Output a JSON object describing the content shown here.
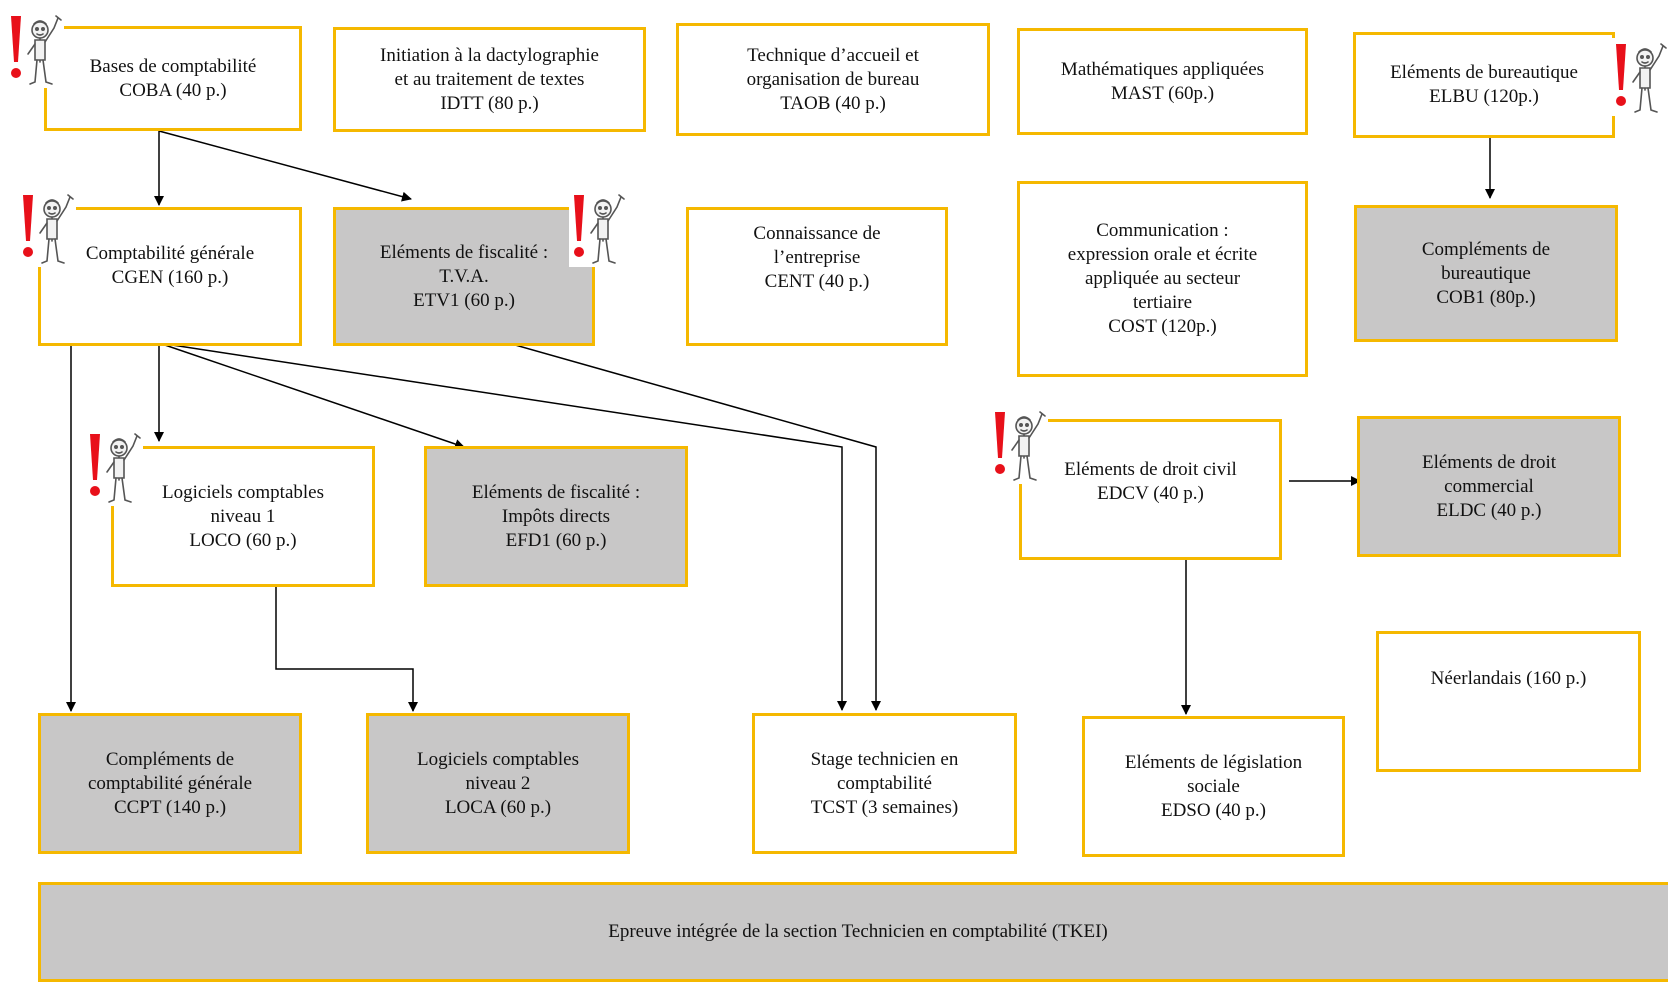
{
  "modules": {
    "coba": {
      "lines": [
        "Bases de comptabilité",
        "COBA (40 p.)"
      ]
    },
    "idtt": {
      "lines": [
        "Initiation à la dactylographie",
        "et au traitement de textes",
        "IDTT (80 p.)"
      ]
    },
    "taob": {
      "lines": [
        "Technique d’accueil et",
        "organisation de bureau",
        "TAOB (40 p.)"
      ]
    },
    "mast": {
      "lines": [
        "Mathématiques appliquées",
        "MAST (60p.)"
      ]
    },
    "elbu": {
      "lines": [
        "Eléments de bureautique",
        "ELBU (120p.)"
      ]
    },
    "cgen": {
      "lines": [
        "Comptabilité générale",
        "CGEN (160 p.)"
      ]
    },
    "etv1": {
      "lines": [
        "Eléments de fiscalité :",
        "T.V.A.",
        "ETV1 (60 p.)"
      ]
    },
    "cent": {
      "lines": [
        "Connaissance de",
        "l’entreprise",
        "CENT (40 p.)"
      ]
    },
    "cost": {
      "lines": [
        "Communication :",
        "expression orale et écrite",
        "appliquée au secteur",
        "tertiaire",
        "COST (120p.)"
      ]
    },
    "cob1": {
      "lines": [
        "Compléments de",
        "bureautique",
        "COB1 (80p.)"
      ]
    },
    "loco": {
      "lines": [
        "Logiciels comptables",
        "niveau 1",
        "LOCO (60 p.)"
      ]
    },
    "efd1": {
      "lines": [
        "Eléments de fiscalité :",
        "Impôts directs",
        "EFD1 (60 p.)"
      ]
    },
    "edcv": {
      "lines": [
        "Eléments de droit civil",
        "EDCV (40 p.)"
      ]
    },
    "eldc": {
      "lines": [
        "Eléments de droit",
        "commercial",
        "ELDC (40 p.)"
      ]
    },
    "neer": {
      "lines": [
        "Néerlandais (160 p.)"
      ]
    },
    "ccpt": {
      "lines": [
        "Compléments de",
        "comptabilité générale",
        "CCPT (140 p.)"
      ]
    },
    "loca": {
      "lines": [
        "Logiciels comptables",
        "niveau 2",
        "LOCA (60 p.)"
      ]
    },
    "tcst": {
      "lines": [
        "Stage technicien en",
        "comptabilité",
        "TCST (3 semaines)"
      ]
    },
    "edso": {
      "lines": [
        "Eléments de législation",
        "sociale",
        "EDSO (40 p.)"
      ]
    },
    "tkei": {
      "lines": [
        "Epreuve intégrée de la section Technicien en comptabilité (TKEI)"
      ]
    }
  },
  "colors": {
    "border": "#f5b800",
    "grey_fill": "#c8c7c7",
    "arrow": "#000000",
    "warning_red": "#e8101a"
  },
  "icons": [
    "warning-mascot-icon"
  ]
}
